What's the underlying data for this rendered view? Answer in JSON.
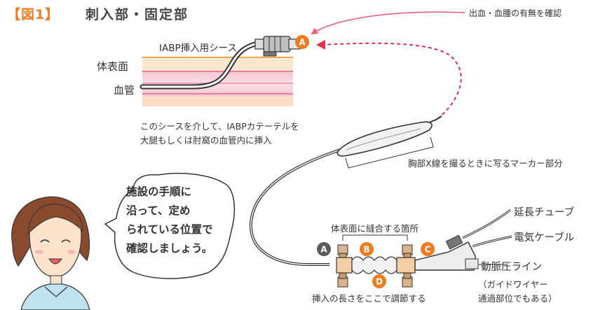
{
  "title": {
    "figure_label": "【図1】",
    "main": "刺入部・固定部"
  },
  "labels": {
    "sheath": "IABP挿入用シース",
    "body_surface": "体表面",
    "vessel": "血管",
    "bleeding_check": "出血・血腫の有無を確認",
    "sheath_note_1": "このシースを介して、IABPカテーテルを",
    "sheath_note_2": "大腿もしくは肘窩の血管内に挿入",
    "marker": "胸部X線を撮るときに写るマーカー部分",
    "extension_tube": "延長チューブ",
    "electric_cable": "電気ケーブル",
    "arterial_line": "動脈圧ライン",
    "guidewire_note_1": "（ガイドワイヤー",
    "guidewire_note_2": "通過部位でもある）",
    "suture_point": "体表面に縫合する箇所",
    "length_adjust": "挿入の長さをここで調節する"
  },
  "bubble": {
    "line1": "施設の手順に",
    "line2": "沿って、定め",
    "line3": "られている位置で",
    "line4": "確認しましょう。"
  },
  "badges": {
    "a": "A",
    "b": "B",
    "c": "C",
    "d": "D"
  },
  "colors": {
    "accent_orange": "#ee7d22",
    "pink_arrow": "#e8607a",
    "dashed_red": "#d9344f",
    "skin_orange": "#f4a742",
    "vessel_pink": "#e8608a",
    "gray_badge": "#5b5b5b"
  }
}
